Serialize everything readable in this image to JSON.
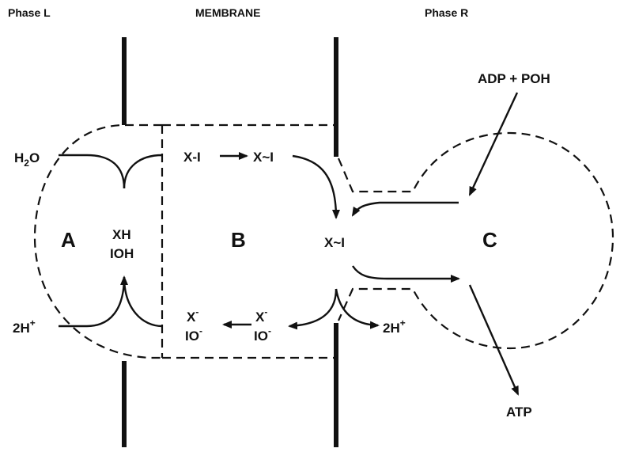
{
  "headers": {
    "phase_l": "Phase L",
    "membrane": "MEMBRANE",
    "phase_r": "Phase R"
  },
  "regions": {
    "a": "A",
    "b": "B",
    "c": "C"
  },
  "species": {
    "h2o_main": "H",
    "h2o_sub": "2",
    "h2o_tail": "O",
    "h_plus_left_main": "2H",
    "h_plus_left_sup": "+",
    "xh": "XH",
    "ioh": "IOH",
    "x_i": "X-I",
    "x_tilde_i_top": "X~I",
    "x_tilde_i_center": "X~I",
    "x_minus_left_main": "X",
    "x_minus_left_sup": "-",
    "io_minus_left_main": "IO",
    "io_minus_left_sup": "-",
    "x_minus_right_main": "X",
    "x_minus_right_sup": "-",
    "io_minus_right_main": "IO",
    "io_minus_right_sup": "-",
    "h_plus_right_main": "2H",
    "h_plus_right_sup": "+",
    "adp_poh": "ADP + POH",
    "atp": "ATP"
  },
  "colors": {
    "ink": "#111111",
    "background": "#ffffff"
  }
}
